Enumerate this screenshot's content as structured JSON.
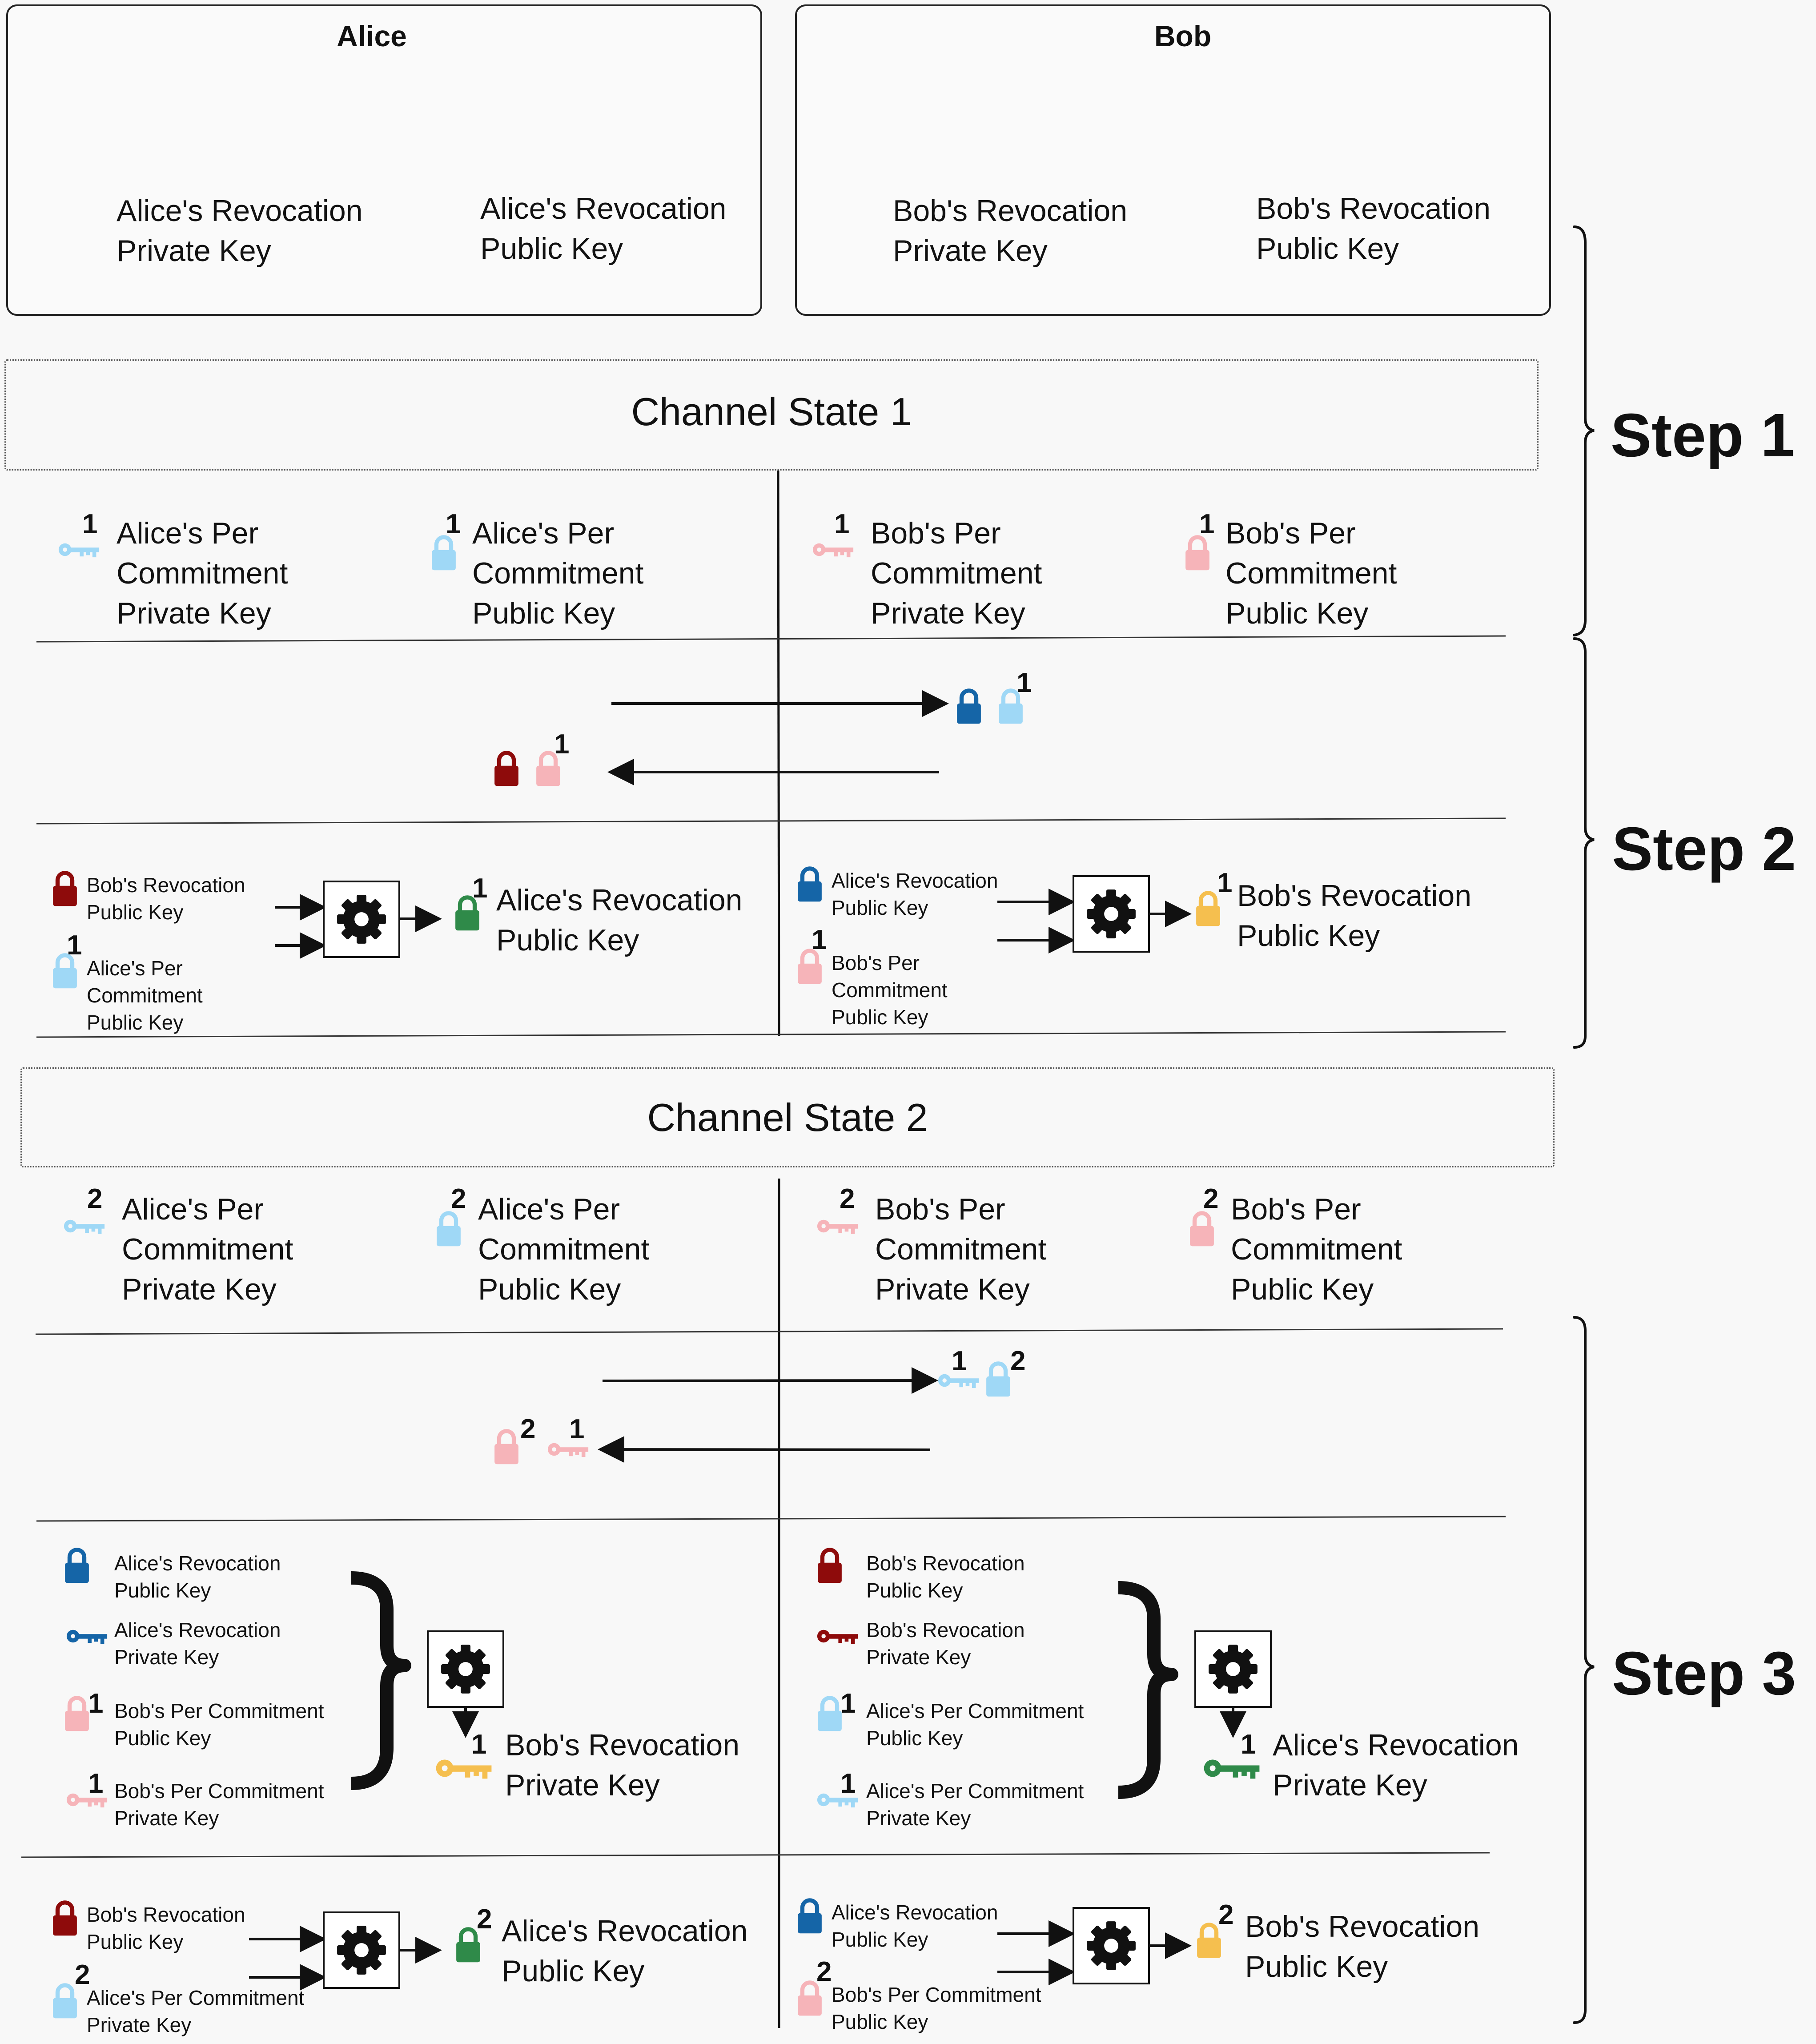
{
  "colors": {
    "alice_rev": "#1565a7",
    "alice_pc": "#9fd8f6",
    "bob_rev": "#8e0b0b",
    "bob_pc": "#f6b4b9",
    "green": "#2f8a49",
    "yellow": "#f5bf4f"
  },
  "icons": [
    "alice-avatar-icon",
    "bob-avatar-icon",
    "key-icon",
    "padlock-icon",
    "gear-icon",
    "arrow-icon",
    "curly-brace-icon"
  ],
  "parties": {
    "alice": {
      "name": "Alice",
      "rev_priv": "Alice's Revocation\nPrivate Key",
      "rev_pub": "Alice's Revocation\nPublic Key"
    },
    "bob": {
      "name": "Bob",
      "rev_priv": "Bob's Revocation\nPrivate Key",
      "rev_pub": "Bob's Revocation\nPublic Key"
    }
  },
  "states": {
    "s1": "Channel State 1",
    "s2": "Channel State 2"
  },
  "steps": {
    "step1": "Step 1",
    "step2": "Step 2",
    "step3": "Step 3"
  },
  "s1_keys": {
    "a_priv": "Alice's Per\nCommitment\nPrivate Key",
    "a_pub": "Alice's Per\nCommitment\nPublic Key",
    "b_priv": "Bob's Per\nCommitment\nPrivate Key",
    "b_pub": "Bob's Per\nCommitment\nPublic Key"
  },
  "s2_keys": {
    "a_priv": "Alice's Per\nCommitment\nPrivate Key",
    "a_pub": "Alice's Per\nCommitment\nPublic Key",
    "b_priv": "Bob's Per\nCommitment\nPrivate Key",
    "b_pub": "Bob's Per\nCommitment\nPublic Key"
  },
  "numbers": {
    "one": "1",
    "two": "2"
  },
  "derive1": {
    "left_in1": "Bob's Revocation\nPublic Key",
    "left_in2": "Alice's Per\nCommitment\nPublic Key",
    "left_out": "Alice's Revocation\nPublic Key",
    "right_in1": "Alice's Revocation\nPublic Key",
    "right_in2": "Bob's Per\nCommitment\nPublic Key",
    "right_out": "Bob's Revocation\nPublic Key"
  },
  "step3": {
    "left_in1": "Alice's Revocation\nPublic Key",
    "left_in2": "Alice's Revocation\nPrivate Key",
    "left_in3": "Bob's Per Commitment\nPublic Key",
    "left_in4": "Bob's Per Commitment\nPrivate Key",
    "left_out": "Bob's Revocation\nPrivate Key",
    "right_in1": "Bob's Revocation\nPublic Key",
    "right_in2": "Bob's Revocation\nPrivate Key",
    "right_in3": "Alice's Per Commitment\nPublic Key",
    "right_in4": "Alice's Per Commitment\nPrivate Key",
    "right_out": "Alice's Revocation\nPrivate Key"
  },
  "derive2": {
    "left_in1": "Bob's Revocation\nPublic Key",
    "left_in2": "Alice's Per Commitment\nPrivate Key",
    "left_out": "Alice's Revocation\nPublic Key",
    "right_in1": "Alice's Revocation\nPublic Key",
    "right_in2": "Bob's Per Commitment\nPublic Key",
    "right_out": "Bob's Revocation\nPublic Key"
  }
}
